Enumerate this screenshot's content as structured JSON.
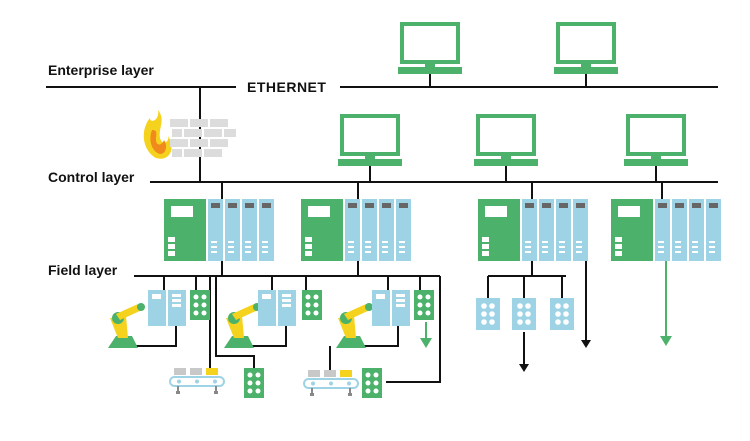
{
  "layers": {
    "enterprise": "Enterprise layer",
    "control": "Control layer",
    "field": "Field layer"
  },
  "network": {
    "label": "ETHERNET"
  },
  "colors": {
    "green": "#4cb26b",
    "green_dark": "#3a9a55",
    "blue": "#9ed3e6",
    "yellow": "#f4d21d",
    "orange": "#f08a1c",
    "gray": "#c8c8c8",
    "line": "#111111"
  },
  "icons": {
    "workstation": "desktop-computer-icon",
    "firewall": "firewall-icon",
    "controller": "plc-rack-icon",
    "robot": "robot-arm-icon",
    "conveyor": "conveyor-icon",
    "io_module": "io-module-icon"
  }
}
